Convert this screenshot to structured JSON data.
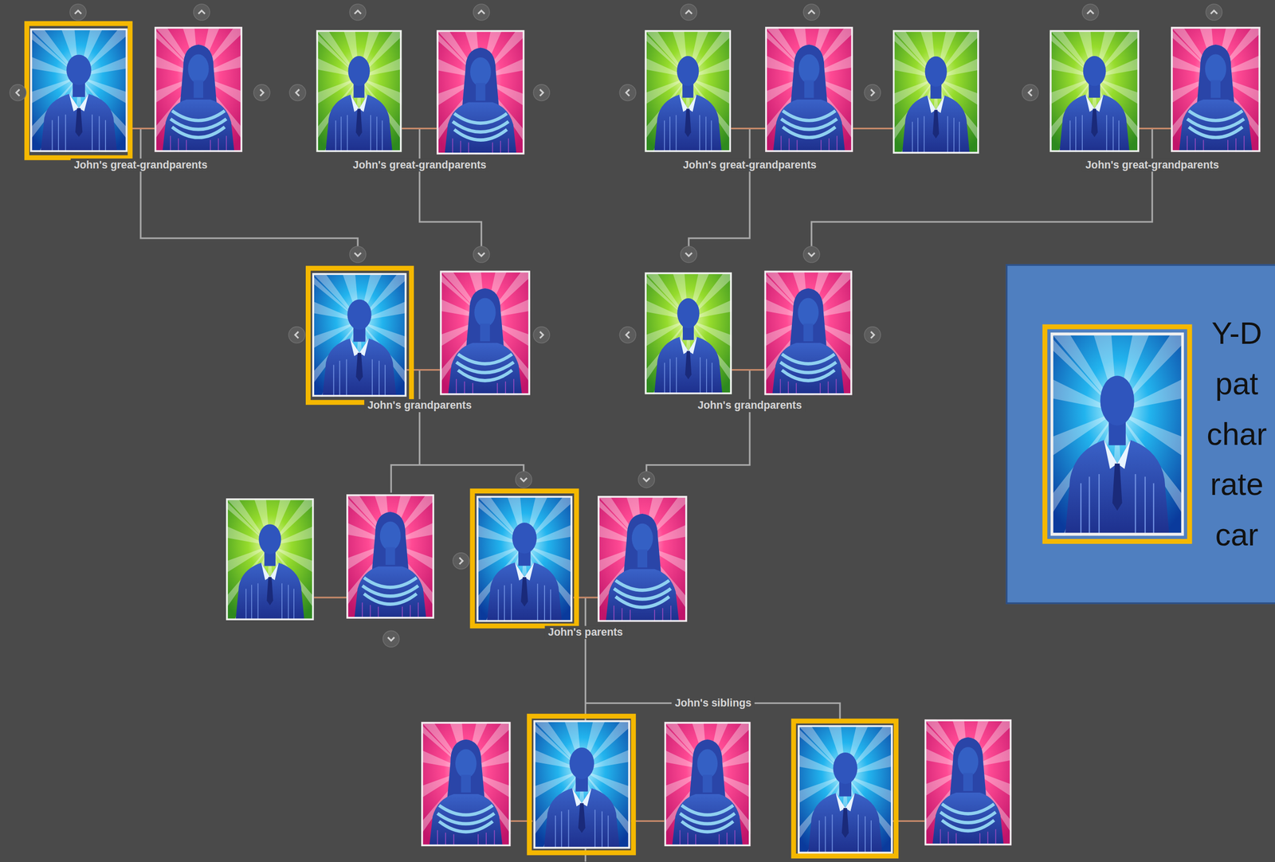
{
  "diagram": {
    "nodes": [
      {
        "text": [
          "Y-D pat char rate car"
        ]
      }
    ],
    "labels": [
      "John's great-grandparents",
      "John's great-grandparents",
      "John's great-grandparents",
      "John's great-grandparents",
      "John's grandparents",
      "John's grandparents",
      "John's parents",
      "John's siblings"
    ]
  }
}
